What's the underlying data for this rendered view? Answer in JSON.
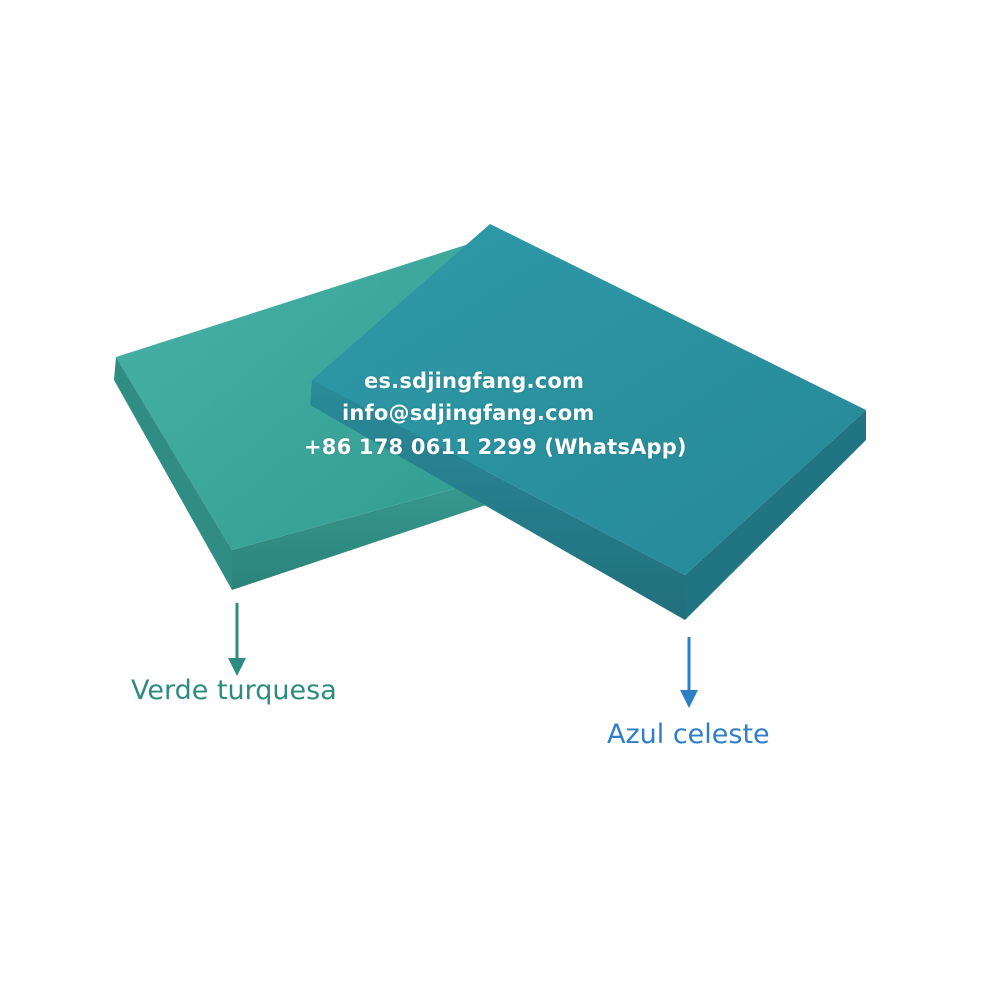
{
  "watermark": {
    "line1": "es.sdjingfang.com",
    "line2": "info@sdjingfang.com",
    "line3": "+86 178 0611 2299 (WhatsApp)"
  },
  "labels": {
    "green": "Verde turquesa",
    "blue": "Azul celeste"
  },
  "colors": {
    "background": "#ffffff",
    "green_board_top": "#3aa59b",
    "green_board_edge": "#2f8f85",
    "blue_board_top": "#2b93a1",
    "blue_board_edge": "#26808f",
    "green_label": "#2e8b82",
    "blue_label": "#2f7fc8",
    "watermark": "#ffffff"
  }
}
